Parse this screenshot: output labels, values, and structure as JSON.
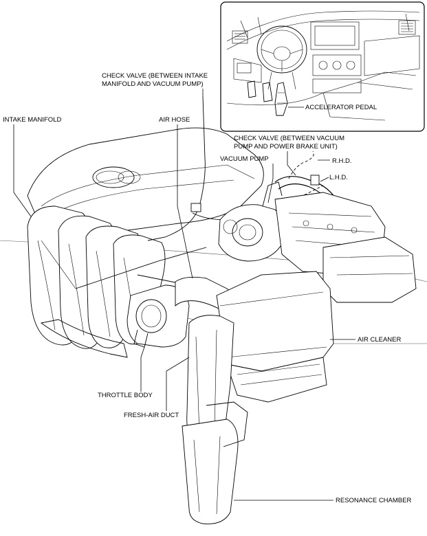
{
  "labels": {
    "check_valve_intake_line1": "CHECK VALVE (BETWEEN INTAKE",
    "check_valve_intake_line2": "MANIFOLD AND VACUUM PUMP)",
    "intake_manifold": "INTAKE MANIFOLD",
    "air_hose": "AIR HOSE",
    "check_valve_brake_line1": "CHECK VALVE (BETWEEN VACUUM",
    "check_valve_brake_line2": "PUMP AND POWER BRAKE UNIT)",
    "vacuum_pump": "VACUUM PUMP",
    "rhd": "R.H.D.",
    "lhd": "L.H.D.",
    "accelerator_pedal": "ACCELERATOR PEDAL",
    "air_cleaner": "AIR CLEANER",
    "throttle_body": "THROTTLE BODY",
    "fresh_air_duct": "FRESH-AIR DUCT",
    "resonance_chamber": "RESONANCE CHAMBER"
  }
}
